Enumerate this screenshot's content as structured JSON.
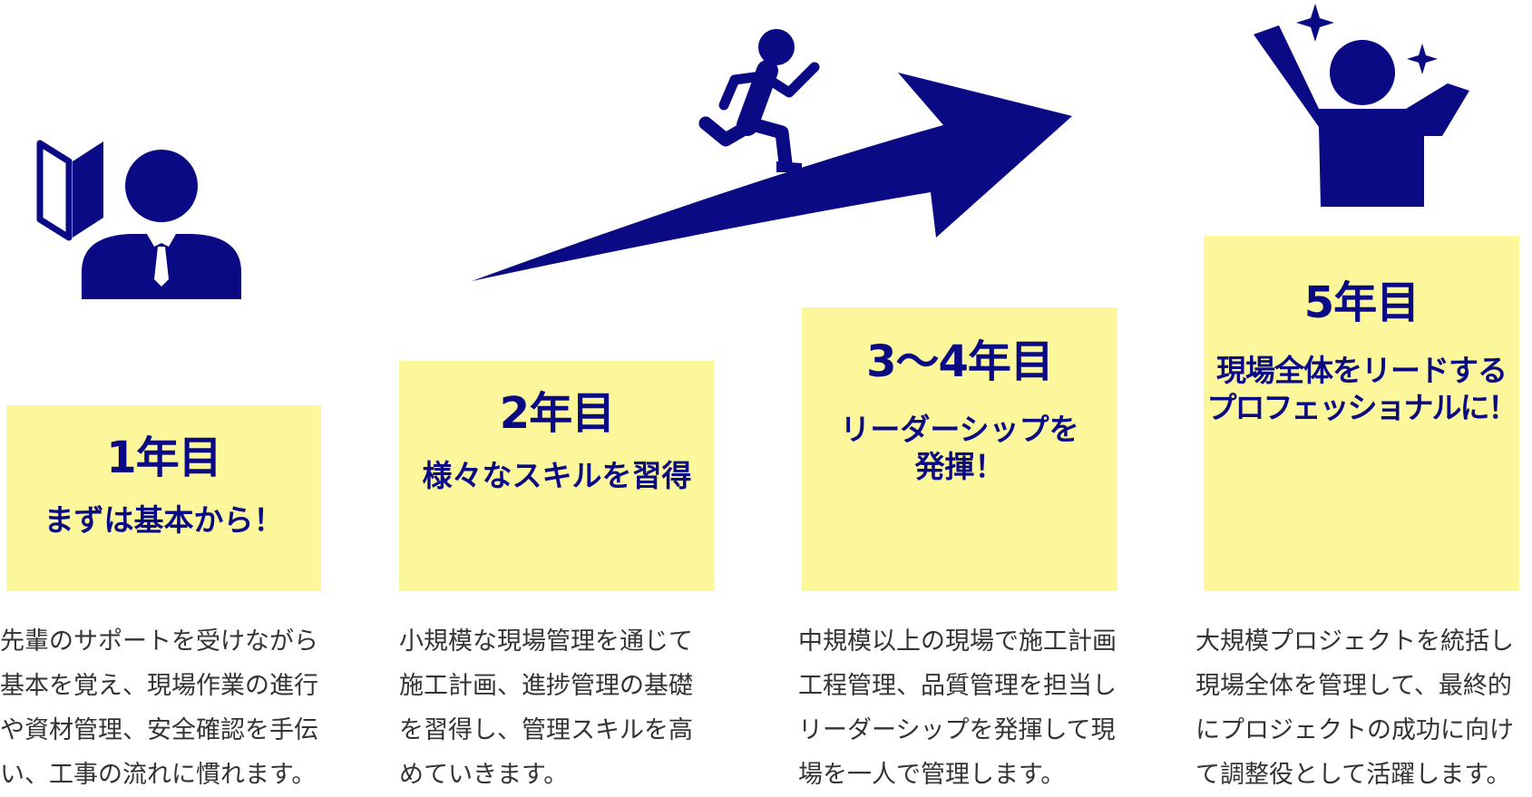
{
  "colors": {
    "navy": "#0a0a84",
    "box": "#fbf79a",
    "text": "#333333"
  },
  "steps": [
    {
      "year": "1年目",
      "subtitle": [
        "まずは基本から！"
      ],
      "description": [
        "先輩のサポートを受けながら",
        "基本を覚え、現場作業の進行",
        "や資材管理、安全確認を手伝",
        "い、工事の流れに慣れます。"
      ]
    },
    {
      "year": "2年目",
      "subtitle": [
        "様々なスキルを習得"
      ],
      "description": [
        "小規模な現場管理を通じて",
        "施工計画、進捗管理の基礎",
        "を習得し、管理スキルを高",
        "めていきます。"
      ]
    },
    {
      "year": "3〜4年目",
      "subtitle": [
        "リーダーシップを",
        "発揮！"
      ],
      "description": [
        "中規模以上の現場で施工計画",
        "工程管理、品質管理を担当し",
        "リーダーシップを発揮して現",
        "場を一人で管理します。"
      ]
    },
    {
      "year": "5年目",
      "subtitle": [
        "現場全体をリードする",
        "プロフェッショナルに！"
      ],
      "description": [
        "大規模プロジェクトを統括し",
        "現場全体を管理して、最終的",
        "にプロジェクトの成功に向け",
        "て調整役として活躍します。"
      ]
    }
  ],
  "icons": [
    "beginner-businessman-icon",
    "running-person-icon",
    "rising-arrow-icon",
    "celebrating-person-icon"
  ]
}
